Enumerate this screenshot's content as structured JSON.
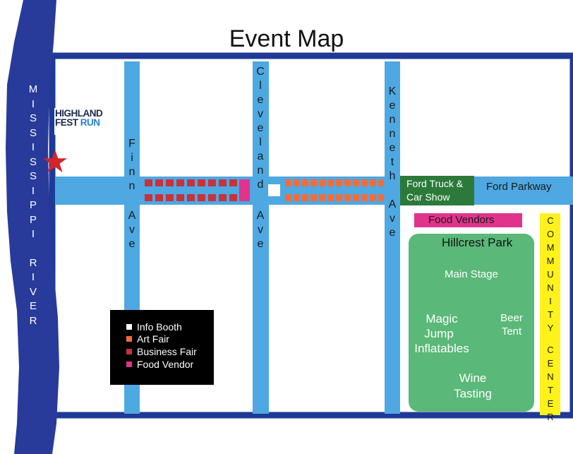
{
  "title": "Event Map",
  "river": {
    "label": "MISSISSIPPI RIVER"
  },
  "logo": {
    "line1": "HIGHLAND",
    "line2_a": "FEST",
    "line2_b": "RUN"
  },
  "streets": {
    "finn": "Finn Ave",
    "cleveland": "Cleveland Ave",
    "kenneth": "Kenneth Ave",
    "ford_parkway": "Ford Parkway"
  },
  "ford_truck": {
    "line1": "Ford Truck &",
    "line2": "Car Show"
  },
  "food_vendors": "Food Vendors",
  "park": {
    "name": "Hillcrest Park",
    "main_stage": "Main Stage",
    "magic_jump_1": "Magic",
    "magic_jump_2": "Jump",
    "magic_jump_3": "Inflatables",
    "beer_1": "Beer",
    "beer_2": "Tent",
    "wine_1": "Wine",
    "wine_2": "Tasting"
  },
  "community_center": "COMMUNITY CENTER",
  "legend": [
    {
      "label": "Info Booth",
      "color": "#ffffff"
    },
    {
      "label": "Art Fair",
      "color": "#f26c3a"
    },
    {
      "label": "Business Fair",
      "color": "#c8323a"
    },
    {
      "label": "Food Vendor",
      "color": "#e0338c"
    }
  ],
  "colors": {
    "border": "#1e3a96",
    "river": "#283a9a",
    "street": "#4ea8e2",
    "park": "#5ab878",
    "ford_truck_box": "#2b7a3a",
    "food_vendor": "#e0338c",
    "community_center": "#fff21a",
    "star": "#d3252b"
  }
}
